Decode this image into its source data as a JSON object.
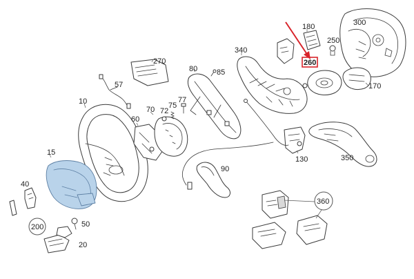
{
  "diagram": {
    "parts": {
      "p10": "10",
      "p15": "15",
      "p20": "20",
      "p40": "40",
      "p50": "50",
      "p57": "57",
      "p60": "60",
      "p70": "70",
      "p72": "72",
      "p75": "75",
      "p77": "77",
      "p80": "80",
      "p85": "85",
      "p90": "90",
      "p130": "130",
      "p170": "170",
      "p180": "180",
      "p200": "200",
      "p250": "250",
      "p260": "260",
      "p270": "270",
      "p300": "300",
      "p340": "340",
      "p350": "350",
      "p360": "360"
    },
    "highlight": {
      "part": "260",
      "color": "#d8232a"
    },
    "colors": {
      "line": "#3a3a3a",
      "accent_blue": "#b9d3ea",
      "marker_red": "#d8232a"
    }
  }
}
